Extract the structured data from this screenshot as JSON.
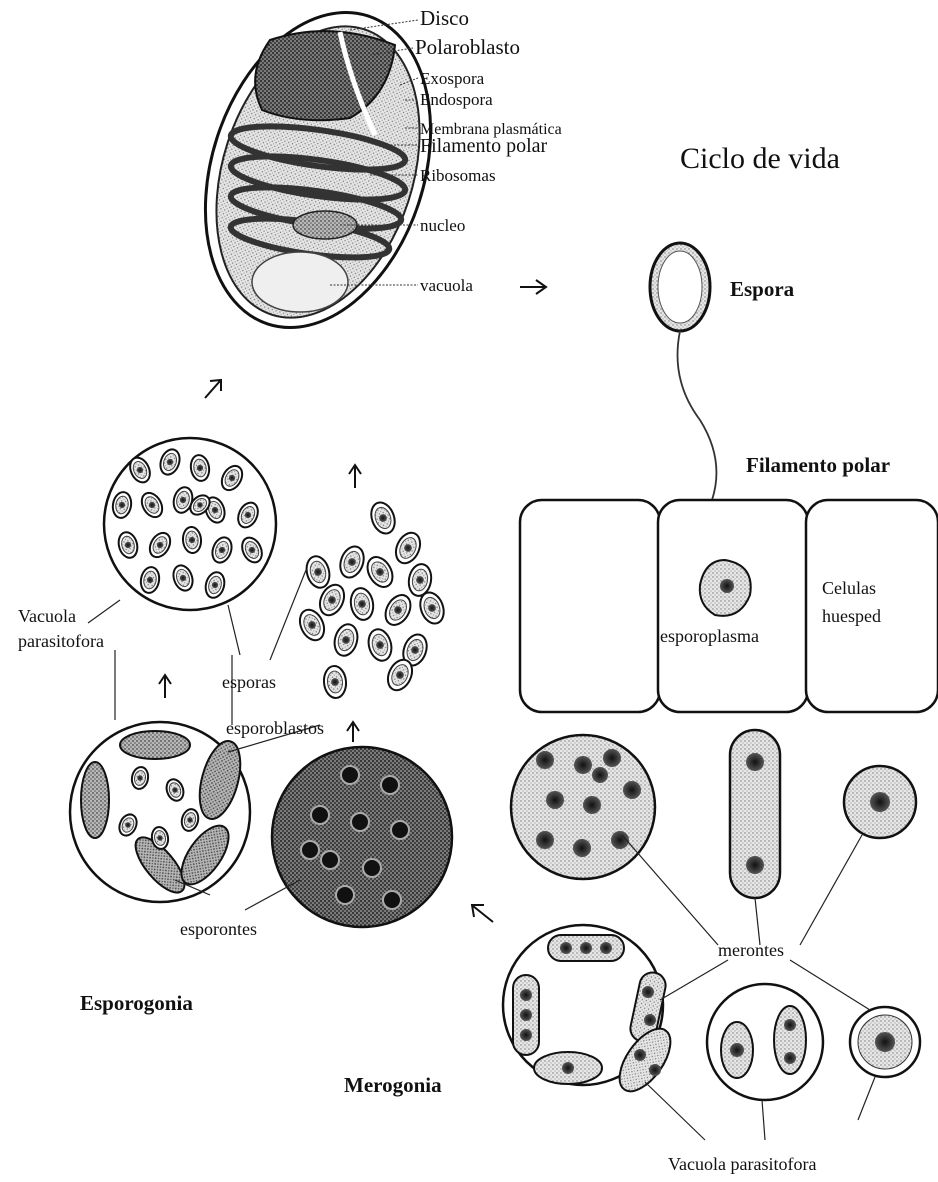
{
  "title": "Ciclo de vida",
  "spore_labels": {
    "disco": "Disco",
    "polaroblasto": "Polaroblasto",
    "exospora": "Exospora",
    "endospora": "Endospora",
    "membrana": "Membrana plasmática",
    "filamento": "Filamento polar",
    "ribosomas": "Ribosomas",
    "nucleo": "nucleo",
    "vacuola": "vacuola"
  },
  "cycle_labels": {
    "espora": "Espora",
    "filamento_polar": "Filamento polar",
    "celulas_huesped": [
      "Celulas",
      "huesped"
    ],
    "esporoplasma": "esporoplasma",
    "vacuola_parasitofora_left": [
      "Vacuola",
      "parasitofora"
    ],
    "esporas": "esporas",
    "esporoblastos": "esporoblastos",
    "esporontes": "esporontes",
    "merontes": "merontes",
    "vacuola_parasitofora_bottom": "Vacuola parasitofora"
  },
  "stages": {
    "esporogonia": "Esporogonia",
    "merogonia": "Merogonia"
  },
  "colors": {
    "ink": "#111111",
    "stipple_light": "#d6d6d6",
    "stipple_mid": "#a9a9a9",
    "stipple_dark": "#6e6e6e"
  }
}
